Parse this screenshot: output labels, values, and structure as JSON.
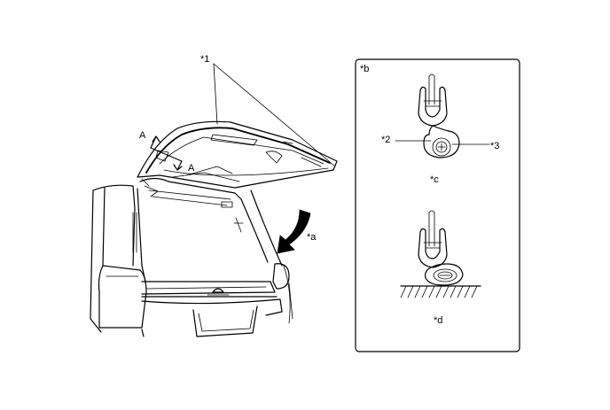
{
  "callouts": {
    "c1": "*1",
    "c2": "*2",
    "c3": "*3",
    "ca": "*a",
    "cb": "*b",
    "cc": "*c",
    "cd": "*d"
  },
  "section_marks": {
    "top": "A",
    "bottom": "A"
  },
  "colors": {
    "line": "#000000",
    "background": "#ffffff",
    "arrow_fill": "#000000"
  }
}
